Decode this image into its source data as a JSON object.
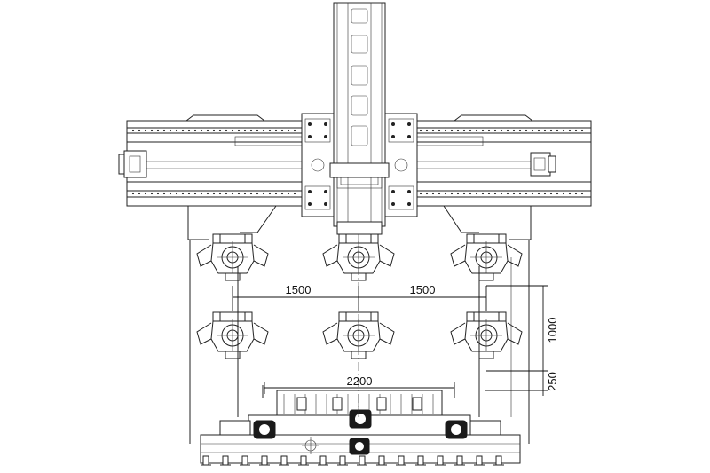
{
  "dimensions": {
    "horizontal_spacing_left": "1500",
    "horizontal_spacing_right": "1500",
    "vertical_travel": "1000",
    "vertical_offset": "250",
    "table_width": "2200"
  },
  "colors": {
    "line": "#222222",
    "background": "#ffffff"
  }
}
